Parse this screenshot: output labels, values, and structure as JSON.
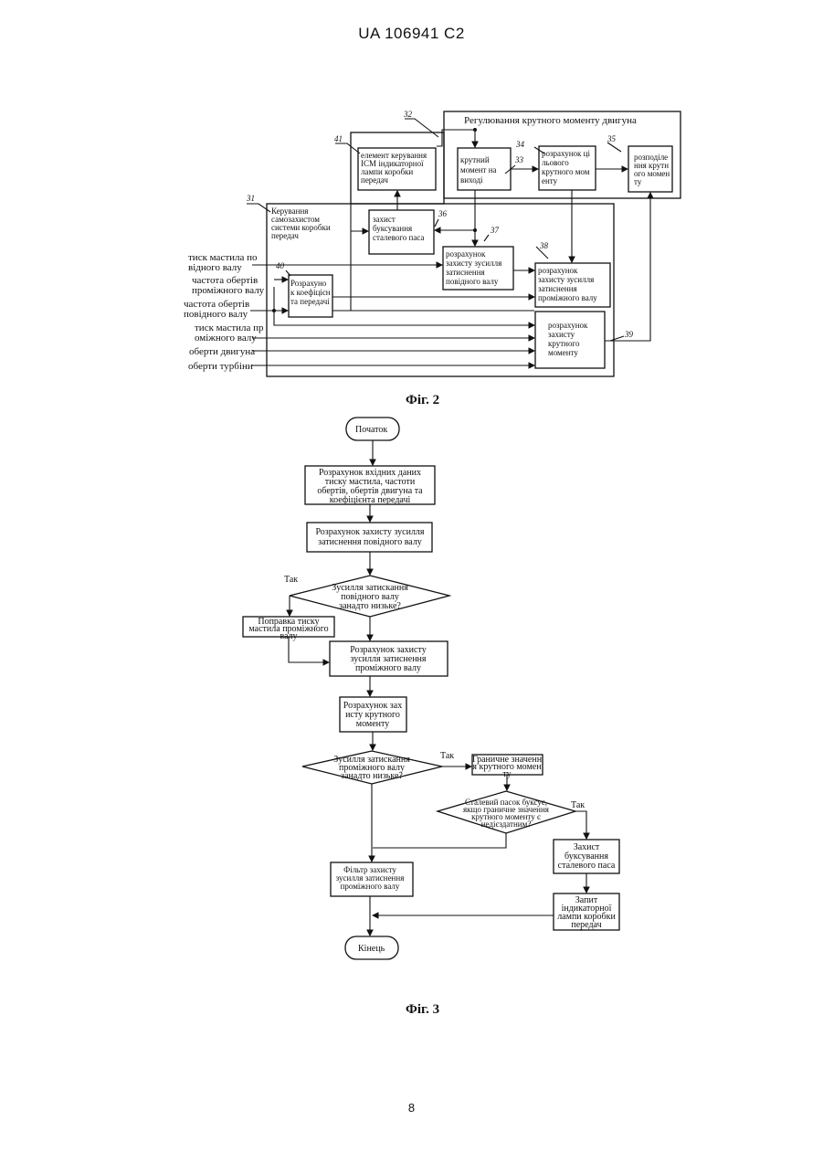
{
  "header": {
    "patent_id": "UA   106941   C2"
  },
  "page_number": "8",
  "fig2": {
    "caption": "Фіг. 2",
    "refs": {
      "r31": "31",
      "r32": "32",
      "r33": "33",
      "r34": "34",
      "r35": "35",
      "r36": "36",
      "r37": "37",
      "r38": "38",
      "r39": "39",
      "r40": "40",
      "r41": "41"
    },
    "engine_torque_title": "Регулювання крутного моменту двигуна",
    "self_protect_title": [
      "Керування",
      "самозахистом",
      "системи    коробки",
      "передач"
    ],
    "output_torque": [
      "крутний",
      "момент на",
      "виході"
    ],
    "target_torque": [
      "розрахунок ці",
      "льового",
      "крутного мом",
      "енту"
    ],
    "torque_distribution": [
      "розподіле",
      "ння крутн",
      "ого момен",
      "ту"
    ],
    "icm_control": [
      "елемент    керування",
      "ICM     індикаторної",
      "лампи      коробки",
      "передач"
    ],
    "belt_slip_protect": [
      "захист",
      "буксування",
      "сталевого паса"
    ],
    "drive_clamp_calc": [
      "розрахунок",
      "захисту      зусилля",
      "затиснення",
      "повідного валу"
    ],
    "ratio_calc": [
      "Розрахуно",
      "к коефіцієн",
      "та передачі"
    ],
    "intermediate_clamp_calc": [
      "розрахунок",
      "захисту      зусилля",
      "затиснення",
      "проміжного валу"
    ],
    "torque_protect_calc": [
      "розрахунок",
      "захисту",
      "крутного",
      "моменту"
    ],
    "inputs": [
      [
        "тиск мастила по",
        "відного валу"
      ],
      [
        "частота обертів",
        "проміжного валу"
      ],
      [
        "частота обертів",
        "повідного валу"
      ],
      [
        "тиск мастила пр",
        "оміжного валу"
      ],
      [
        "оберти двигуна"
      ],
      [
        "оберти турбіни"
      ]
    ]
  },
  "fig3": {
    "caption": "Фіг. 3",
    "start": "Початок",
    "input_calc": [
      "Розрахунок вхідних даних",
      "тиску мастила, частоти",
      "обертів, обертів двигуна та",
      "коефіцієнта передачі"
    ],
    "drive_clamp_calc": [
      "Розрахунок захисту зусилля",
      "затиснення повідного валу"
    ],
    "decision_drive": [
      "Зусилля затискання",
      "повідного валу",
      "занадто низьке?"
    ],
    "yes_1": "Так",
    "pressure_correction": [
      "Поправка тиску",
      "мастила проміжного",
      "валу"
    ],
    "intermediate_clamp_calc": [
      "Розрахунок захисту",
      "зусилля затиснення",
      "проміжного валу"
    ],
    "torque_protect_calc": [
      "Розрахунок зах",
      "исту крутного",
      "моменту"
    ],
    "decision_intermediate": [
      "Зусилля затискання",
      "проміжного валу",
      "занадто низьке?"
    ],
    "yes_2": "Так",
    "torque_limit": [
      "Граничне значенн",
      "я крутного момен",
      "ту"
    ],
    "decision_belt": [
      "Сталевий пасок буксує,",
      "якщо граничне значення",
      "крутного   моменту   є",
      "недієздатним?"
    ],
    "yes_3": "Так",
    "belt_protect": [
      "Захист",
      "буксування",
      "сталевого паса"
    ],
    "filter": [
      "Фільтр захисту",
      "зусилля затиснення",
      "проміжного валу"
    ],
    "lamp_request": [
      "Запит",
      "індикаторної",
      "лампи коробки",
      "передач"
    ],
    "end": "Кінець"
  }
}
